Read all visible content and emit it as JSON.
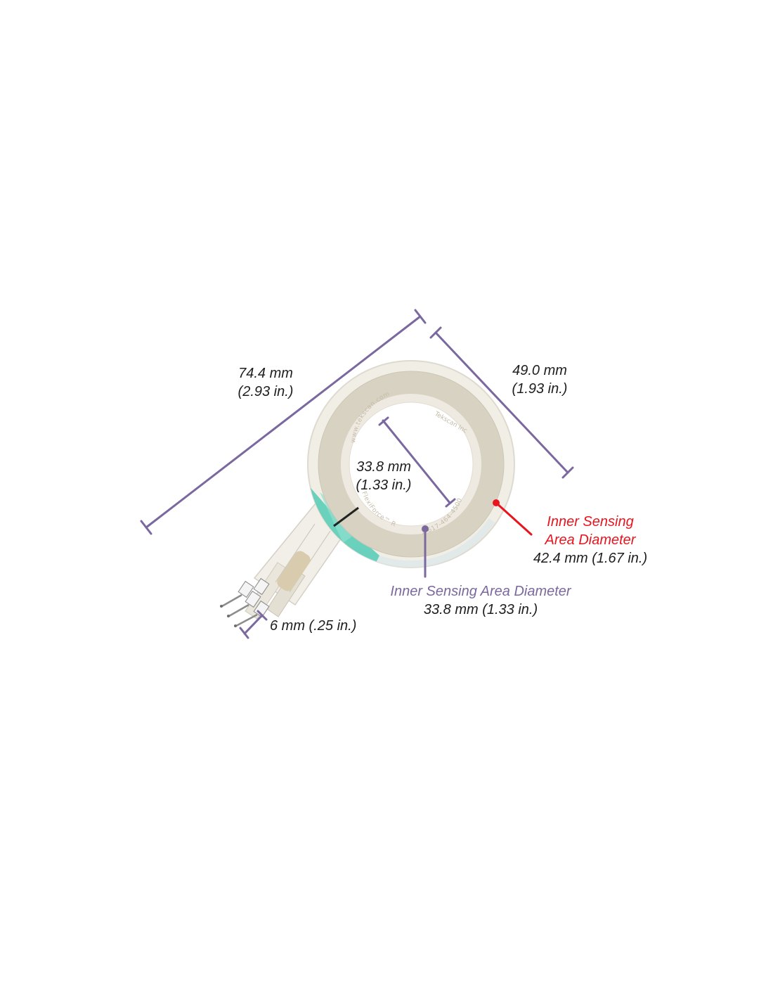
{
  "colors": {
    "dimension_line": "#7a689e",
    "callout_red": "#e8141e",
    "label_text": "#1e1e1e",
    "sensor_tan": "#d8d2c2",
    "sensor_outer": "#f1eee6",
    "adhesive_teal": "#52cbb4"
  },
  "dimensions": {
    "overall_length": {
      "mm": "74.4 mm",
      "in": "(2.93 in.)"
    },
    "outer_diameter": {
      "mm": "49.0 mm",
      "in": "(1.93 in.)"
    },
    "inner_hole": {
      "mm": "33.8 mm",
      "in": "(1.33 in.)"
    },
    "pin_pitch": {
      "text": "6 mm (.25 in.)"
    }
  },
  "callouts": {
    "red": {
      "line1": "Inner Sensing",
      "line2": "Area Diameter",
      "value": "42.4 mm (1.67 in.)"
    },
    "purple": {
      "title": "Inner Sensing Area Diameter",
      "value": "33.8 mm (1.33 in.)"
    }
  },
  "sensor_print": {
    "top_text": "www.tekscan.com",
    "right_text": "Tekscan Inc",
    "left_text": "FlexiForce™ RING",
    "bottom_text": "1-617-464-4500"
  }
}
